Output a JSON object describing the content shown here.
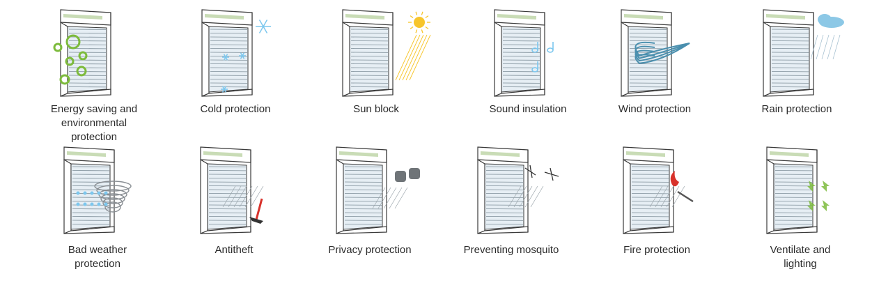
{
  "items": [
    {
      "id": "energy",
      "caption_lines": [
        "Energy saving and",
        "environmental",
        "protection"
      ],
      "icon": "recycle-icon"
    },
    {
      "id": "cold",
      "caption_lines": [
        "Cold protection"
      ],
      "icon": "snowflake-icon"
    },
    {
      "id": "sun",
      "caption_lines": [
        "Sun block"
      ],
      "icon": "sun-icon"
    },
    {
      "id": "sound",
      "caption_lines": [
        "Sound insulation"
      ],
      "icon": "music-note-icon"
    },
    {
      "id": "wind",
      "caption_lines": [
        "Wind protection"
      ],
      "icon": "wind-icon"
    },
    {
      "id": "rain",
      "caption_lines": [
        "Rain protection"
      ],
      "icon": "rain-cloud-icon"
    },
    {
      "id": "bad-weather",
      "caption_lines": [
        "Bad weather",
        "protection"
      ],
      "icon": "tornado-icon"
    },
    {
      "id": "antitheft",
      "caption_lines": [
        "Antitheft"
      ],
      "icon": "hammer-icon"
    },
    {
      "id": "privacy",
      "caption_lines": [
        "Privacy protection"
      ],
      "icon": "binoculars-icon"
    },
    {
      "id": "mosquito",
      "caption_lines": [
        "Preventing mosquito"
      ],
      "icon": "mosquito-icon"
    },
    {
      "id": "fire",
      "caption_lines": [
        "Fire protection"
      ],
      "icon": "fire-match-icon"
    },
    {
      "id": "ventilate",
      "caption_lines": [
        "Ventilate and",
        "lighting"
      ],
      "icon": "arrows-icon"
    }
  ],
  "colors": {
    "frame": "#3a3a3a",
    "box_fill": "#ffffff",
    "box_stripe": "#c9dcb6",
    "glass": "#e6eef4",
    "slat": "#7f8f99",
    "green": "#7dbb3c",
    "ice": "#7cc7ee",
    "sun": "#f7c52b",
    "wind": "#4a8fae",
    "red": "#d8322b",
    "text": "#2b2b2b"
  }
}
